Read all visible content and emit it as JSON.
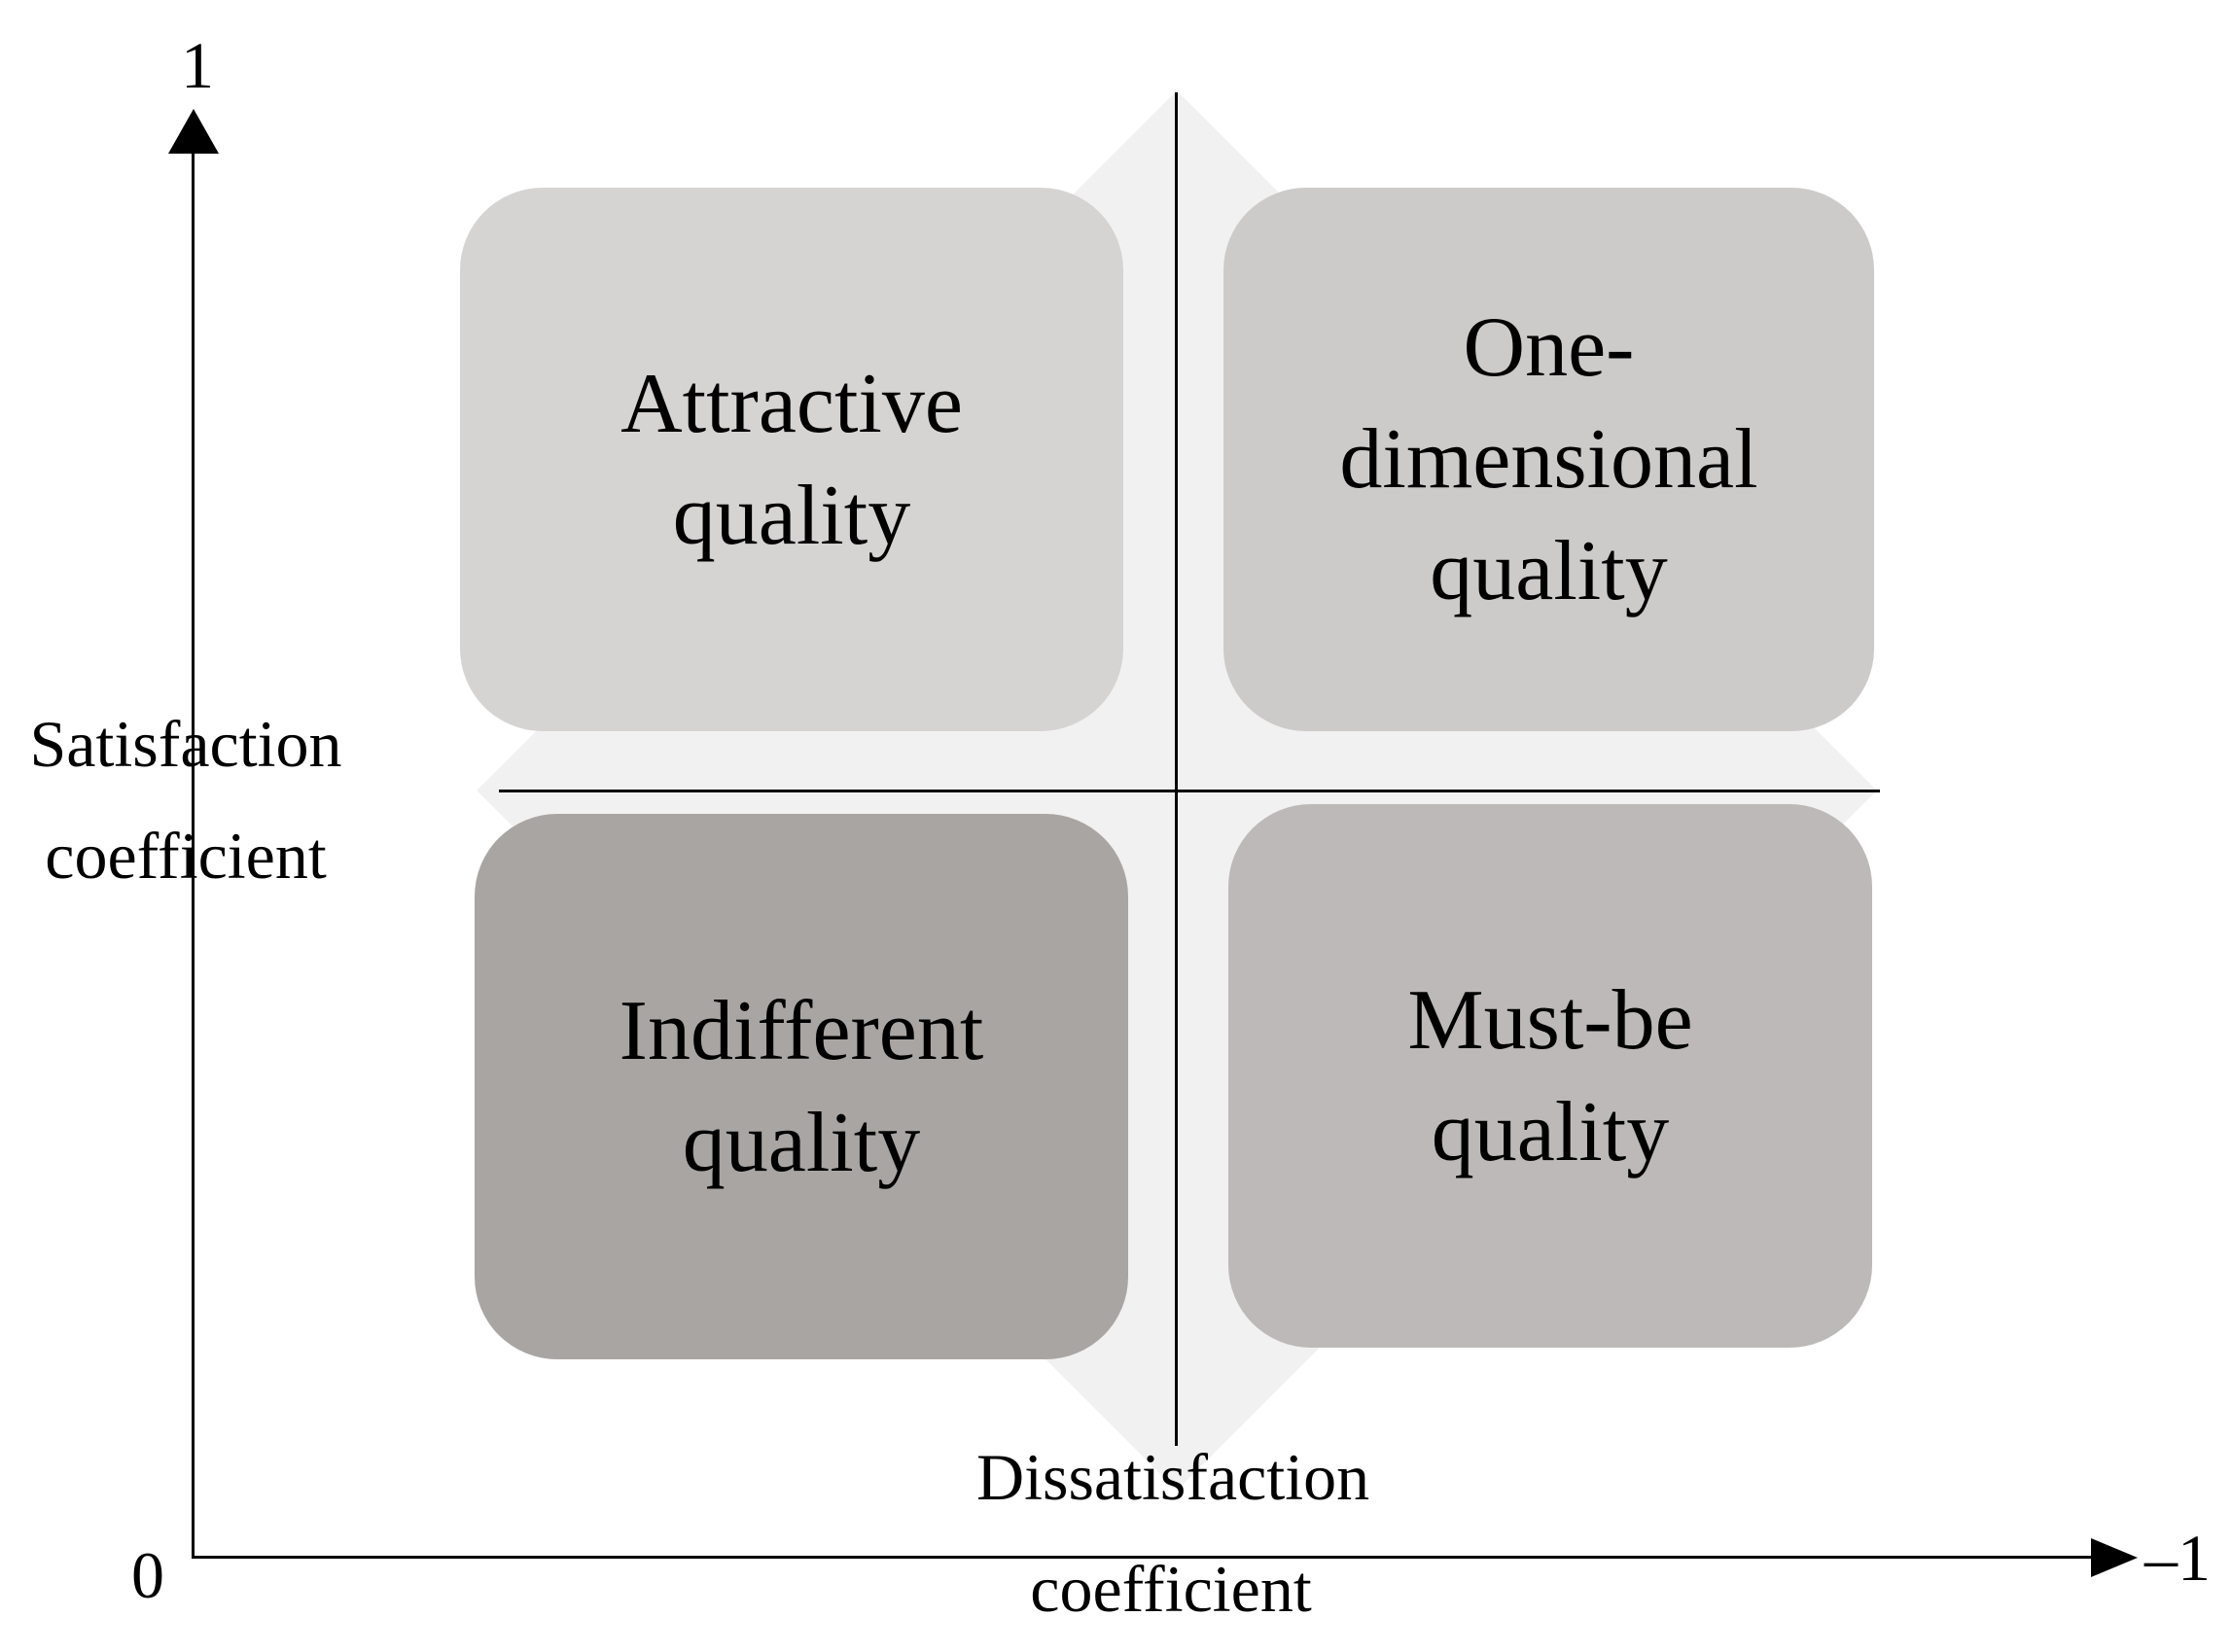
{
  "figure": {
    "title_semantic": "Kano model quadrant diagram",
    "y_axis": {
      "top_label": "1",
      "origin_label": "0",
      "title": "Satisfaction\ncoefficient"
    },
    "x_axis": {
      "end_label": "–1",
      "title": "Dissatisfaction\ncoefficient"
    },
    "quadrants": {
      "top_left": {
        "label": "Attractive\nquality",
        "fill": "#d6d3d3"
      },
      "top_right": {
        "label": "One-\ndimensional\nquality",
        "fill": "#cdcaca"
      },
      "bottom_left": {
        "label": "Indifferent\nquality",
        "fill": "#a9a5a2"
      },
      "bottom_right": {
        "label": "Must-be\nquality",
        "fill": "#bcb9b8"
      }
    },
    "colors": {
      "diamond_background": "#f2f1f1",
      "line": "#000000",
      "page_background": "#ffffff"
    }
  }
}
